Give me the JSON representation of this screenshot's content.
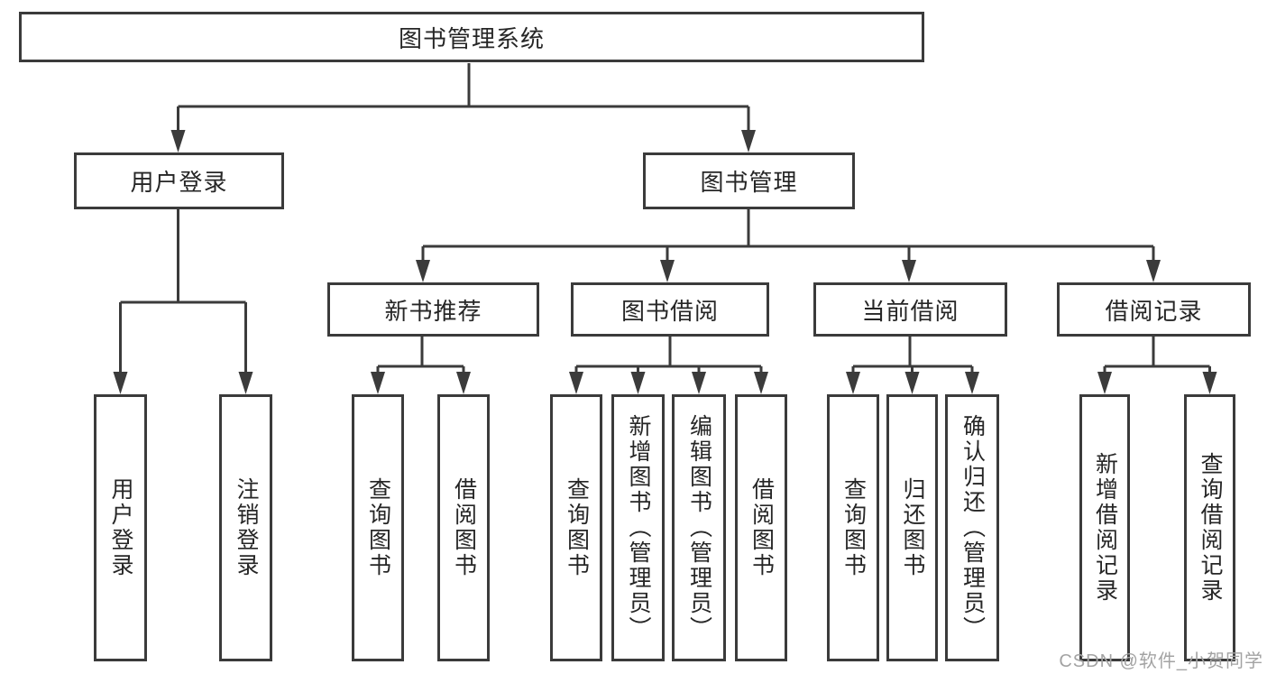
{
  "tree": {
    "label": "图书管理系统",
    "children": [
      {
        "label": "用户登录",
        "children": [
          {
            "label": "用户登录"
          },
          {
            "label": "注销登录"
          }
        ]
      },
      {
        "label": "图书管理",
        "children": [
          {
            "label": "新书推荐",
            "children": [
              {
                "label": "查询图书"
              },
              {
                "label": "借阅图书"
              }
            ]
          },
          {
            "label": "图书借阅",
            "children": [
              {
                "label": "查询图书"
              },
              {
                "label": "新增图书（管理员）"
              },
              {
                "label": "编辑图书（管理员）"
              },
              {
                "label": "借阅图书"
              }
            ]
          },
          {
            "label": "当前借阅",
            "children": [
              {
                "label": "查询图书"
              },
              {
                "label": "归还图书"
              },
              {
                "label": "确认归还（管理员）"
              }
            ]
          },
          {
            "label": "借阅记录",
            "children": [
              {
                "label": "新增借阅记录"
              },
              {
                "label": "查询借阅记录"
              }
            ]
          }
        ]
      }
    ]
  },
  "watermark": {
    "text": "CSDN @软件_小贺同学"
  },
  "colors": {
    "line": "#3b3b3b",
    "box_border": "#3b3b3b",
    "text": "#262626",
    "background": "#ffffff",
    "watermark": "#a3a3a3"
  }
}
